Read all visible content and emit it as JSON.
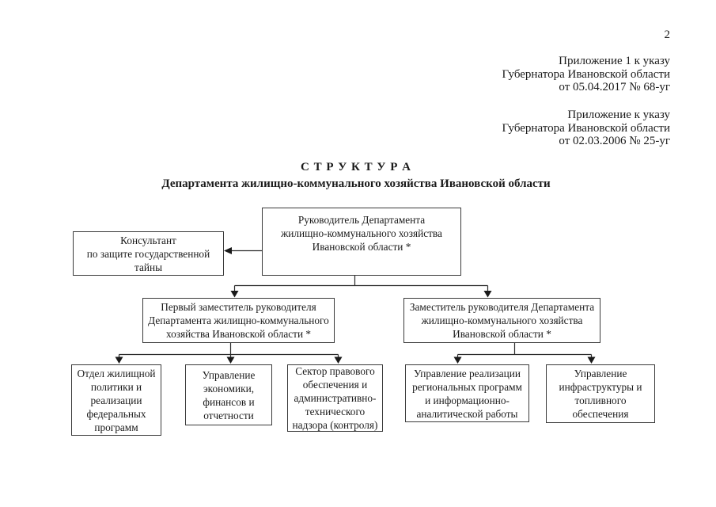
{
  "page": {
    "number": "2"
  },
  "annotations": {
    "appendix1": "Приложение 1 к указу\nГубернатора Ивановской области\nот 05.04.2017 № 68-уг",
    "appendix2": "Приложение к указу\nГубернатора Ивановской области\nот 02.03.2006 № 25-уг"
  },
  "title": {
    "main": "С Т Р У К Т У Р А",
    "subtitle": "Департамента жилищно-коммунального хозяйства Ивановской области"
  },
  "org": {
    "head": "Руководитель Департамента\nжилищно-коммунального хозяйства\nИвановской области *",
    "consultant": "Консультант\nпо защите государственной\nтайны",
    "first_deputy": "Первый заместитель руководителя\nДепартамента жилищно-коммунального\nхозяйства Ивановской области *",
    "deputy": "Заместитель руководителя Департамента\nжилищно-коммунального хозяйства\nИвановской области *",
    "units": {
      "u1": "Отдел жилищной\nполитики и\nреализации\nфедеральных\nпрограмм",
      "u2": "Управление\nэкономики,\nфинансов и\nотчетности",
      "u3": "Сектор правового\nобеспечения и\nадминистративно-\nтехнического\nнадзора (контроля)",
      "u4": "Управление реализации\nрегиональных программ\nи информационно-\nаналитической работы",
      "u5": "Управление\nинфраструктуры и\nтопливного\nобеспечения"
    }
  }
}
